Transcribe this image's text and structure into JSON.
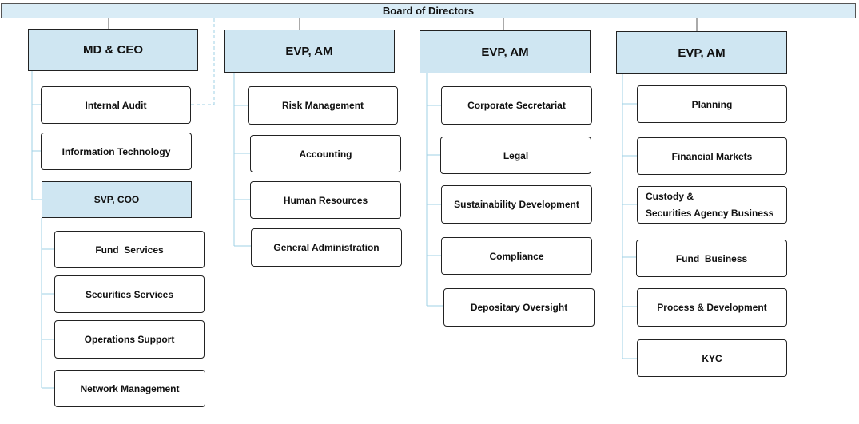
{
  "board": "Board of Directors",
  "columns": [
    {
      "head": "MD & CEO",
      "units": [
        "Internal Audit",
        "Information Technology"
      ],
      "sub_head": "SVP, COO",
      "sub_units": [
        "Fund  Services",
        "Securities Services",
        "Operations Support",
        "Network Management"
      ]
    },
    {
      "head": "EVP, AM",
      "units": [
        "Risk Management",
        "Accounting",
        "Human Resources",
        "General Administration"
      ]
    },
    {
      "head": "EVP, AM",
      "units": [
        "Corporate Secretariat",
        "Legal",
        "Sustainability Development",
        "Compliance",
        "Depositary Oversight"
      ]
    },
    {
      "head": "EVP, AM",
      "units": [
        "Planning",
        "Financial Markets",
        [
          "Custody &",
          "Securities Agency Business"
        ],
        "Fund  Business",
        "Process & Development",
        "KYC"
      ]
    }
  ],
  "colors": {
    "header_fill": "#cfe6f2",
    "board_fill": "#d9ecf6",
    "connector": "#9fd0e6",
    "border": "#222222"
  }
}
